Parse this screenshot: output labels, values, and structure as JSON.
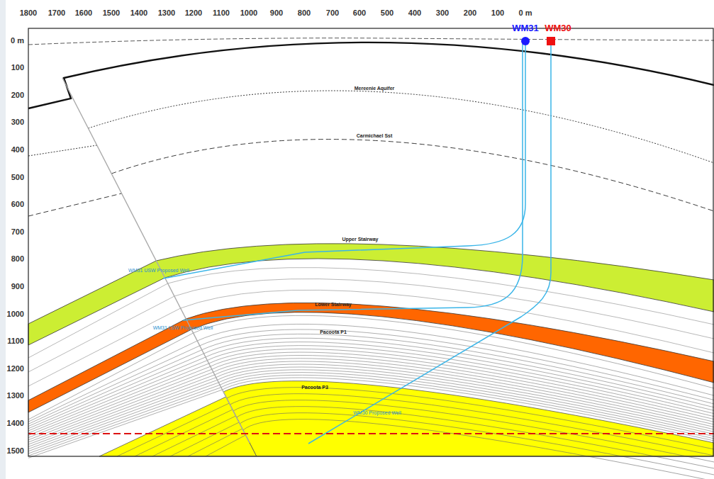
{
  "diagram": {
    "nodes": [
      {
        "text": [
          "WM31"
        ]
      },
      {
        "text": [
          "WM30"
        ]
      }
    ],
    "edges": [],
    "labels": [
      "1800",
      "1700",
      "1600",
      "1500",
      "1400",
      "1300",
      "1200",
      "1100",
      "1000",
      "900",
      "800",
      "700",
      "600",
      "500",
      "400",
      "300",
      "200",
      "100",
      "0 m",
      "0 m",
      "100",
      "200",
      "300",
      "400",
      "500",
      "600",
      "700",
      "800",
      "900",
      "1000",
      "1100",
      "1200",
      "1300",
      "1400",
      "1500",
      "Mereenie Aquifer",
      "Carmichael Sst",
      "Upper Stairway",
      "Lower Stairway",
      "Pacoota P1",
      "Pacoota P3",
      "WM31 USW Proposed Well",
      "WM31 LSW Proposed Well",
      "WM30 Proposed Well"
    ]
  }
}
